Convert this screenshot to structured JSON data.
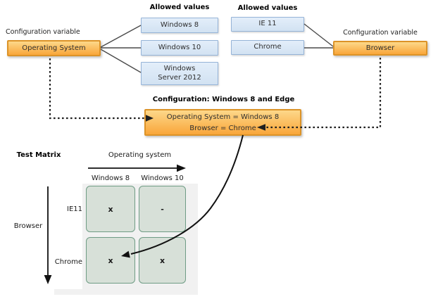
{
  "os_variable": {
    "caption": "Configuration variable",
    "name": "Operating System",
    "allowed_values_heading": "Allowed values",
    "values": [
      "Windows 8",
      "Windows 10",
      "Windows Server 2012"
    ]
  },
  "browser_variable": {
    "caption": "Configuration variable",
    "name": "Browser",
    "allowed_values_heading": "Allowed values",
    "values": [
      "IE 11",
      "Chrome"
    ]
  },
  "configuration": {
    "heading": "Configuration: Windows 8 and Edge",
    "lines": [
      "Operating System = Windows 8",
      "Browser = Chrome"
    ]
  },
  "test_matrix": {
    "heading": "Test Matrix",
    "x_axis_label": "Operating system",
    "y_axis_label": "Browser",
    "columns": [
      "Windows 8",
      "Windows 10"
    ],
    "rows": [
      "IE11",
      "Chrome"
    ],
    "cells": [
      [
        "x",
        "-"
      ],
      [
        "x",
        "x"
      ]
    ]
  },
  "colors": {
    "variable_box_fill_top": "#fdd88a",
    "variable_box_fill_bottom": "#f9a63a",
    "variable_box_border": "#dc9328",
    "value_box_fill_top": "#e3eefa",
    "value_box_fill_bottom": "#d2e2f2",
    "value_box_border": "#95b3d7",
    "cell_fill": "#d7e0d8",
    "cell_border": "#6f9c85",
    "panel_fill": "#f1f1f1",
    "connector": "#4a4a4a",
    "ink": "#1a1a1a"
  }
}
